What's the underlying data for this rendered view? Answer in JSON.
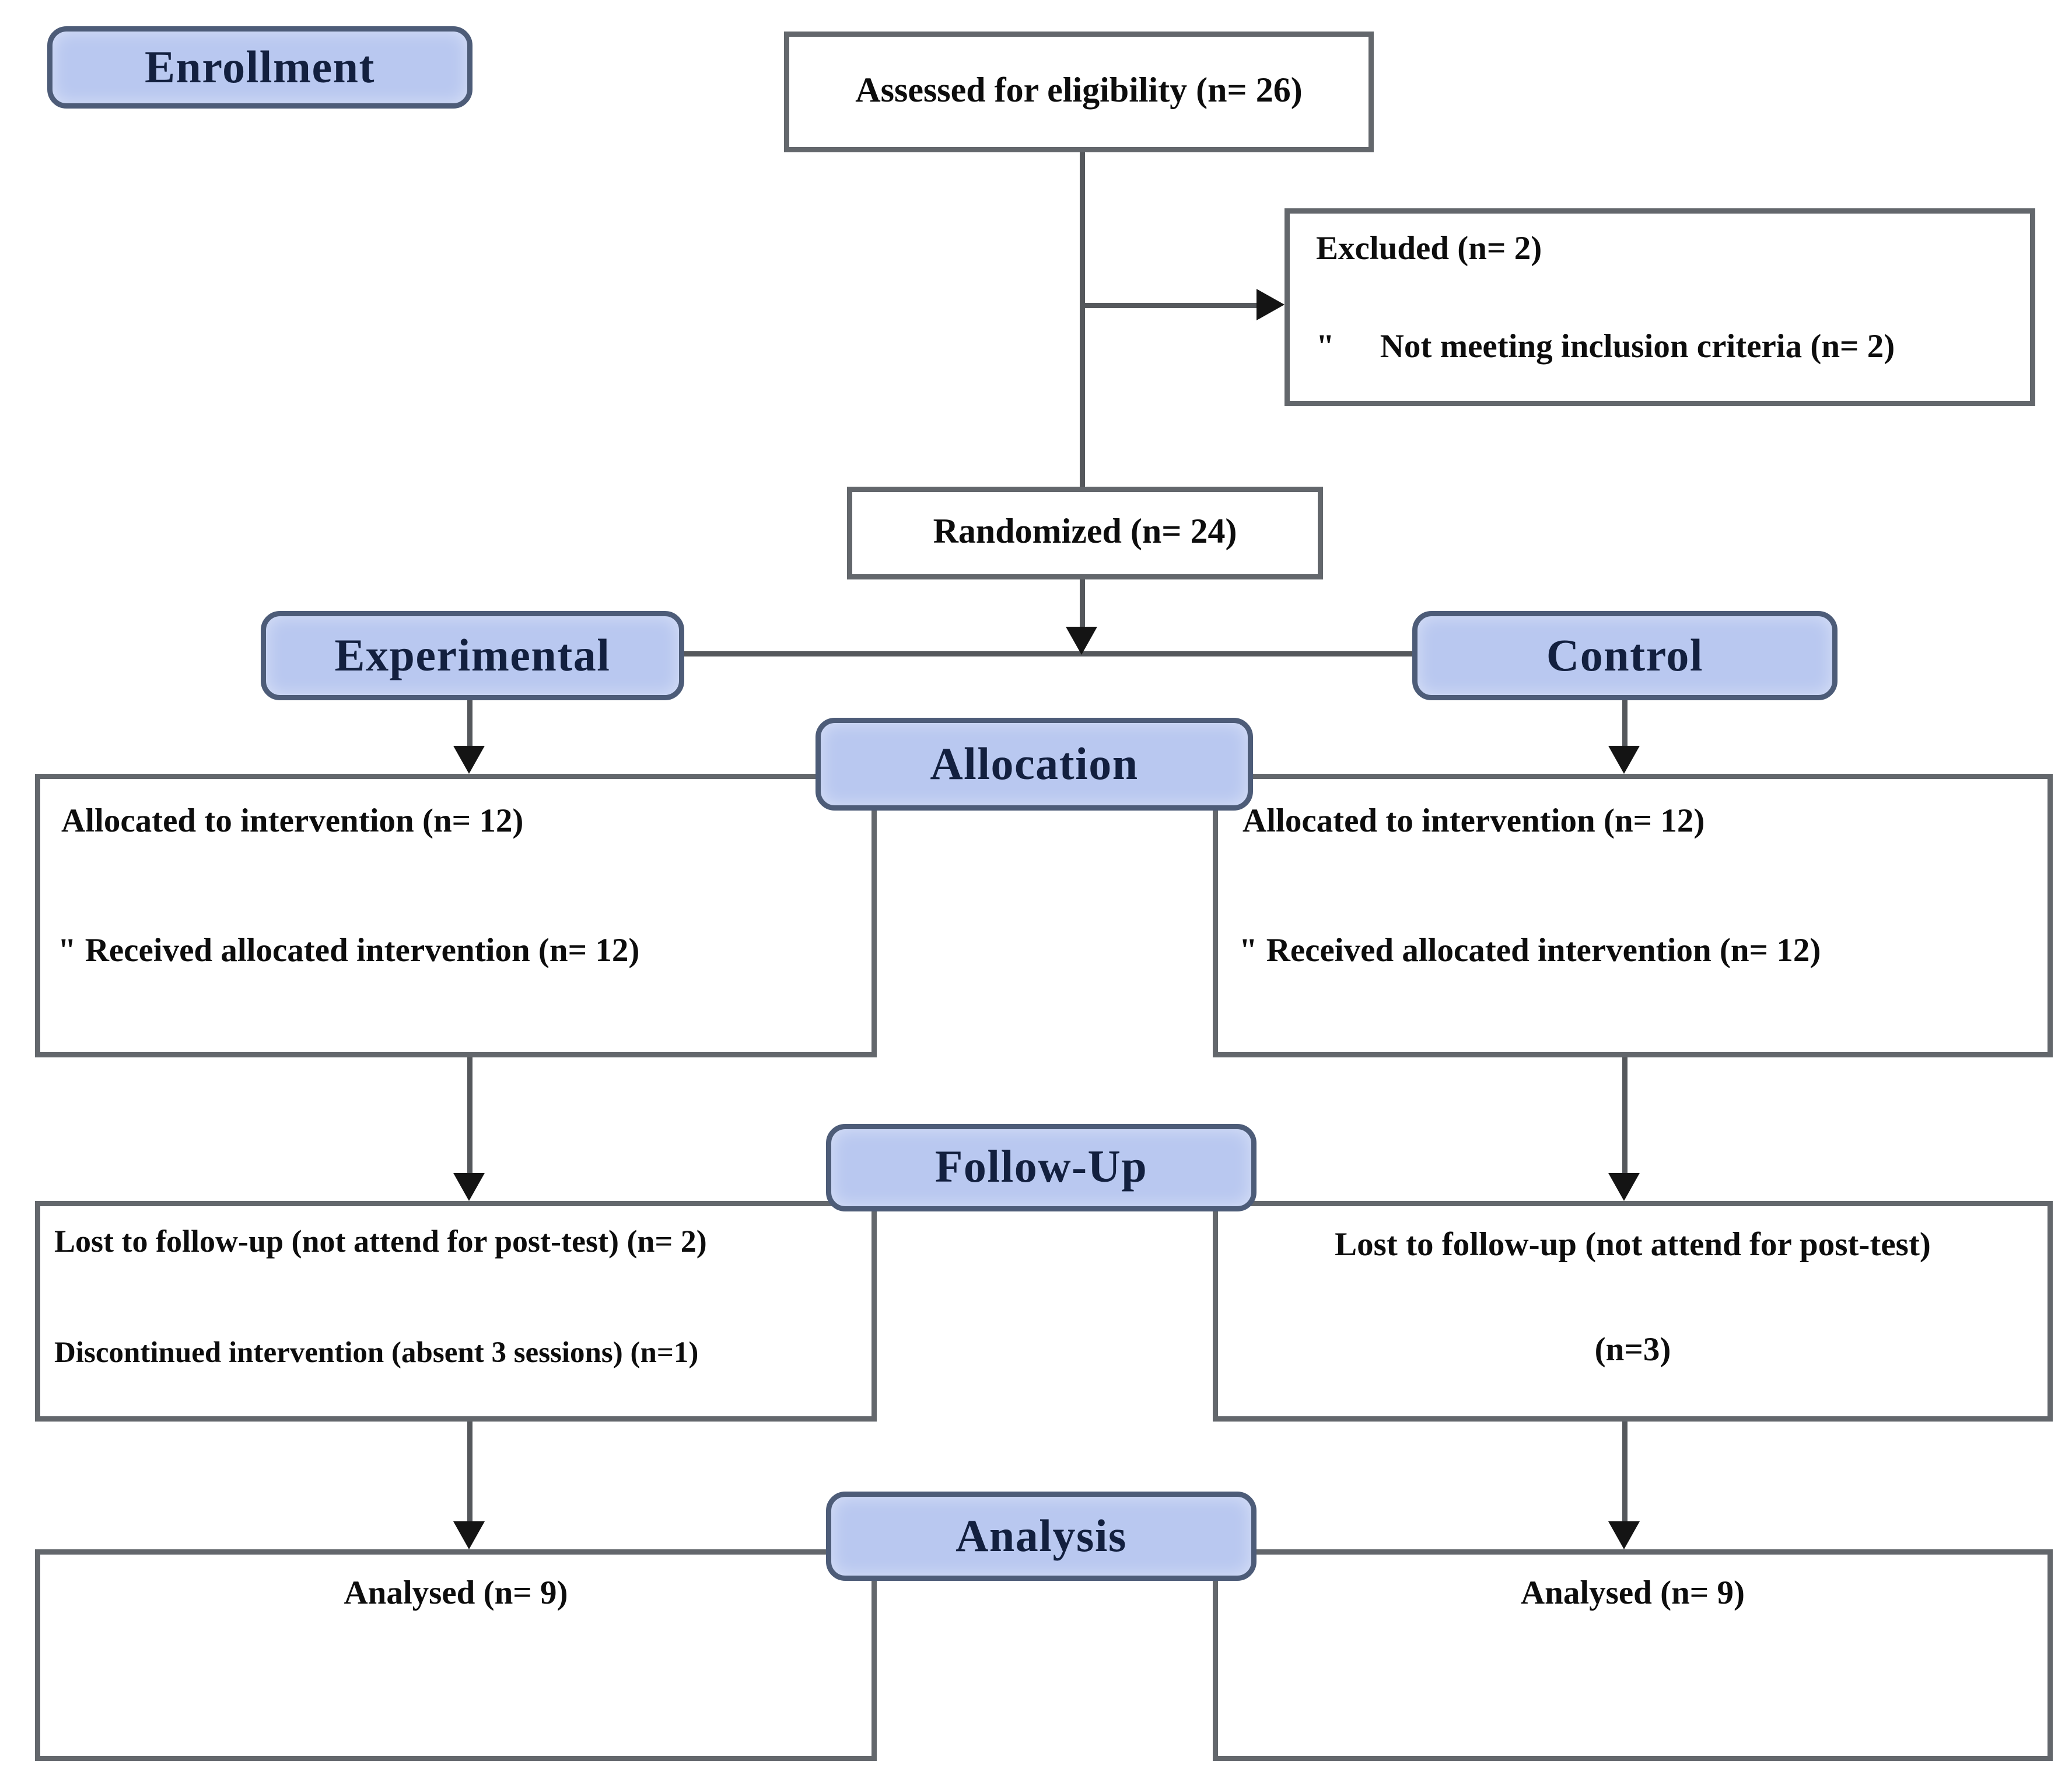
{
  "title": "CONSORT participant flow diagram",
  "colors": {
    "label_fill": "#b9c8f0",
    "label_border": "#4d5c78",
    "label_text": "#13203f",
    "box_border": "#63676c",
    "connector": "#55585c",
    "box_text": "#0d0d0d",
    "background": "#ffffff"
  },
  "nodes": {
    "enrollment": {
      "label": "Enrollment"
    },
    "assessed": {
      "text": "Assessed for eligibility (n= 26)"
    },
    "excluded": {
      "title": "Excluded (n= 2)",
      "bullet": "\"",
      "item": "Not meeting inclusion criteria (n= 2)"
    },
    "randomized": {
      "text": "Randomized (n= 24)"
    },
    "experimental": {
      "label": "Experimental"
    },
    "control": {
      "label": "Control"
    },
    "allocation": {
      "label": "Allocation"
    },
    "allocation_left": {
      "line1": "Allocated to intervention (n= 12)",
      "bullet": "\"",
      "line2": "Received allocated intervention (n= 12)"
    },
    "allocation_right": {
      "line1": "Allocated to intervention (n= 12)",
      "bullet": "\"",
      "line2": "Received allocated intervention (n= 12)"
    },
    "followup": {
      "label": "Follow-Up"
    },
    "followup_left": {
      "line1": "Lost to follow-up (not attend for post-test) (n= 2)",
      "line2": "Discontinued intervention (absent 3 sessions) (n=1)"
    },
    "followup_right": {
      "line1": "Lost to follow-up (not attend for post-test)",
      "line2": "(n=3)"
    },
    "analysis": {
      "label": "Analysis"
    },
    "analysis_left": {
      "text": "Analysed (n= 9)"
    },
    "analysis_right": {
      "text": "Analysed (n= 9)"
    }
  }
}
